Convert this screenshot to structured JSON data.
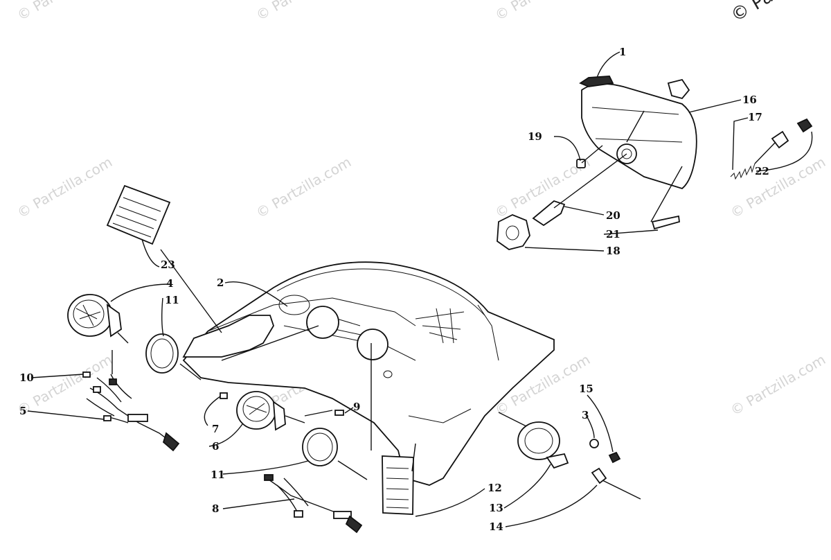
{
  "watermark": {
    "text": "© Partzilla.com",
    "corner_text": "© Pa"
  },
  "callouts": [
    "1",
    "2",
    "3",
    "4",
    "5",
    "6",
    "7",
    "8",
    "9",
    "10",
    "11",
    "11",
    "12",
    "13",
    "14",
    "15",
    "16",
    "17",
    "18",
    "19",
    "20",
    "21",
    "22",
    "23"
  ],
  "colors": {
    "ink": "#111111",
    "paper": "#ffffff",
    "watermark": "#d4d4d4"
  }
}
